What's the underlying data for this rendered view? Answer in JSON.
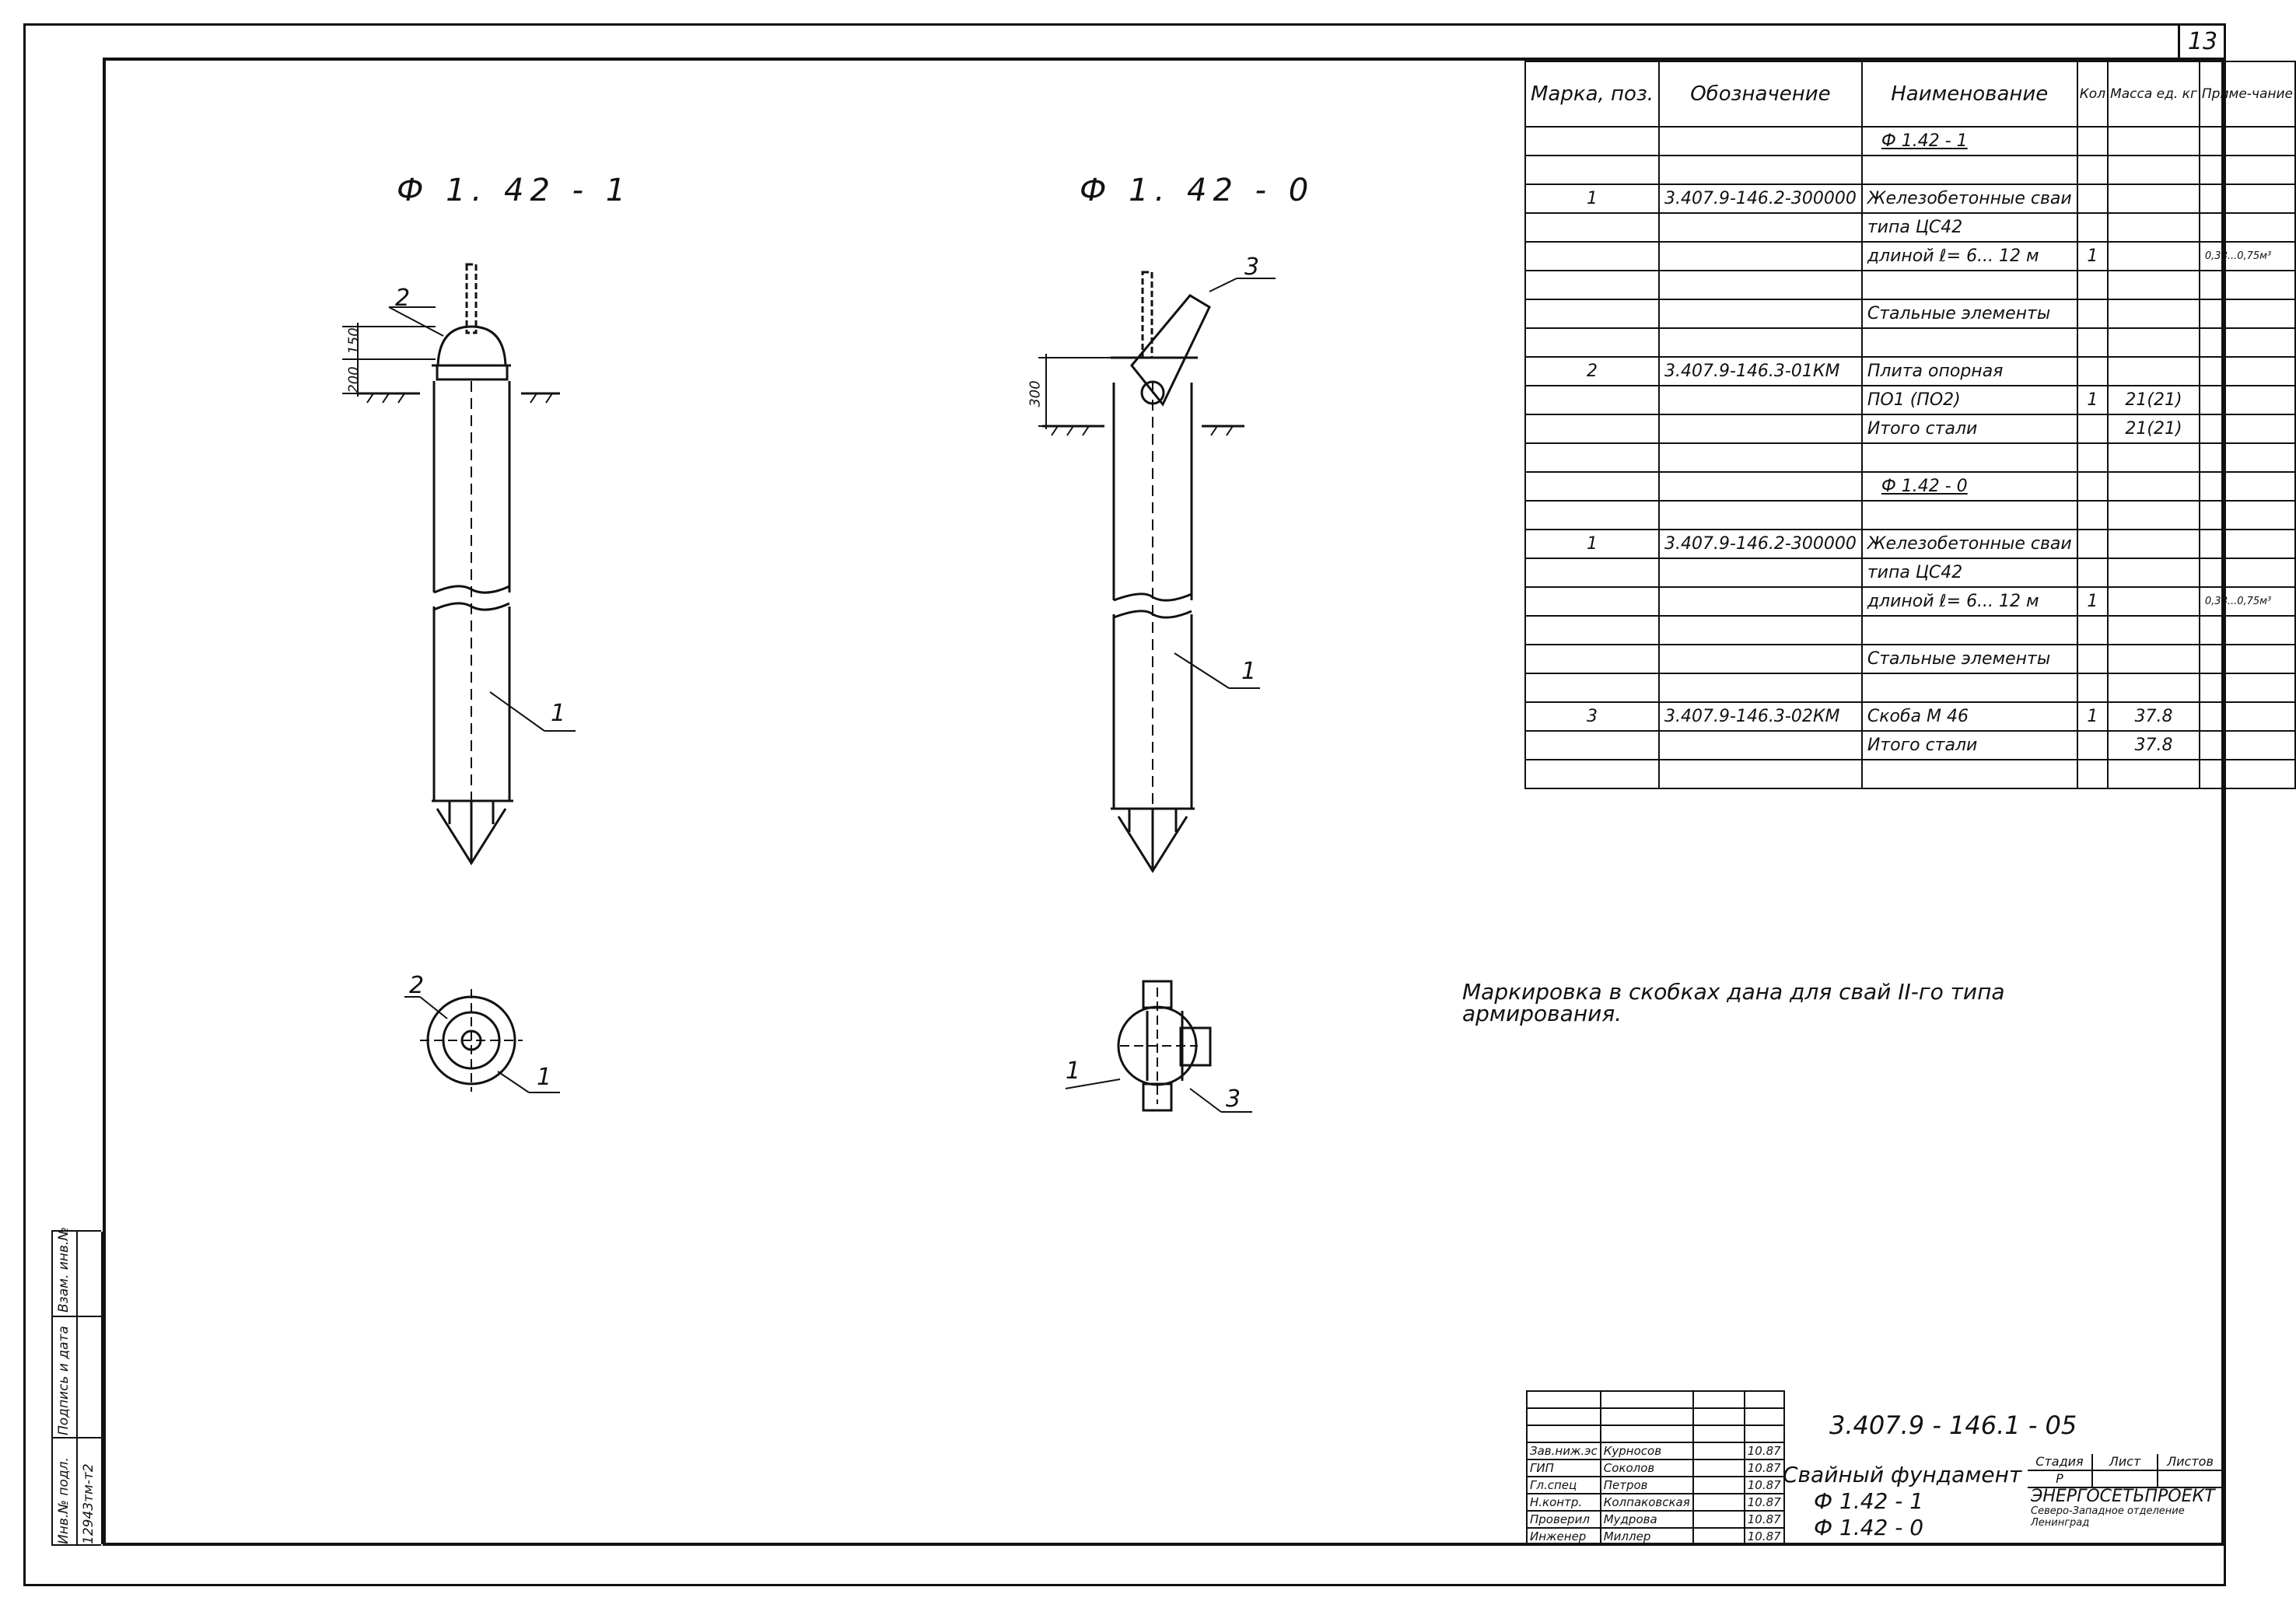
{
  "sheet_number": "13",
  "views": {
    "left_title": "Ф 1. 42 - 1",
    "right_title": "Ф 1. 42 - 0",
    "callouts": {
      "c1": "1",
      "c2": "2",
      "c3": "3"
    },
    "dims": {
      "d150": "150",
      "d200": "200",
      "d300": "300"
    }
  },
  "spec_table": {
    "headers": [
      "Марка, поз.",
      "Обозначение",
      "Наименование",
      "Кол",
      "Масса ед. кг",
      "Приме-чание"
    ],
    "rows": [
      [
        "",
        "",
        "Ф 1.42 - 1",
        "",
        "",
        ""
      ],
      [
        "",
        "",
        "",
        "",
        "",
        ""
      ],
      [
        "1",
        "3.407.9-146.2-300000",
        "Железобетонные сваи",
        "",
        "",
        ""
      ],
      [
        "",
        "",
        "типа ЦС42",
        "",
        "",
        ""
      ],
      [
        "",
        "",
        "длиной ℓ= 6... 12 м",
        "1",
        "",
        "0,38...0,75м³"
      ],
      [
        "",
        "",
        "",
        "",
        "",
        ""
      ],
      [
        "",
        "",
        "Стальные элементы",
        "",
        "",
        ""
      ],
      [
        "",
        "",
        "",
        "",
        "",
        ""
      ],
      [
        "2",
        "3.407.9-146.3-01КМ",
        "Плита опорная",
        "",
        "",
        ""
      ],
      [
        "",
        "",
        "ПО1 (ПО2)",
        "1",
        "21(21)",
        ""
      ],
      [
        "",
        "",
        "Итого стали",
        "",
        "21(21)",
        ""
      ],
      [
        "",
        "",
        "",
        "",
        "",
        ""
      ],
      [
        "",
        "",
        "Ф 1.42 - 0",
        "",
        "",
        ""
      ],
      [
        "",
        "",
        "",
        "",
        "",
        ""
      ],
      [
        "1",
        "3.407.9-146.2-300000",
        "Железобетонные сваи",
        "",
        "",
        ""
      ],
      [
        "",
        "",
        "типа ЦС42",
        "",
        "",
        ""
      ],
      [
        "",
        "",
        "длиной ℓ= 6... 12 м",
        "1",
        "",
        "0,38...0,75м³"
      ],
      [
        "",
        "",
        "",
        "",
        "",
        ""
      ],
      [
        "",
        "",
        "Стальные элементы",
        "",
        "",
        ""
      ],
      [
        "",
        "",
        "",
        "",
        "",
        ""
      ],
      [
        "3",
        "3.407.9-146.3-02КМ",
        "Скоба М 46",
        "1",
        "37.8",
        ""
      ],
      [
        "",
        "",
        "Итого стали",
        "",
        "37.8",
        ""
      ],
      [
        "",
        "",
        "",
        "",
        "",
        ""
      ]
    ]
  },
  "note": "Маркировка в скобках дана для свай II-го типа армирования.",
  "title_block": {
    "code": "3.407.9 - 146.1 - 05",
    "name_line1": "Свайный фундамент",
    "name_line2": "Ф 1.42 - 1",
    "name_line3": "Ф 1.42 - 0",
    "stage_label": "Стадия",
    "sheet_label": "Лист",
    "sheets_label": "Листов",
    "stage_value": "Р",
    "org": "ЭНЕРГОСЕТЬПРОЕКТ",
    "dept": "Северо-Западное отделение Ленинград",
    "signers": [
      [
        "Зав.ниж.эс",
        "Курносов",
        "",
        "10.87"
      ],
      [
        "ГИП",
        "Соколов",
        "",
        "10.87"
      ],
      [
        "Гл.спец",
        "Петров",
        "",
        "10.87"
      ],
      [
        "Н.контр.",
        "Колпаковская",
        "",
        "10.87"
      ],
      [
        "Проверил",
        "Мудрова",
        "",
        "10.87"
      ],
      [
        "Инженер",
        "Миллер",
        "",
        "10.87"
      ]
    ]
  },
  "stamp": {
    "inv_podl": "Инв.№ подл.",
    "inv_value": "12943тм-т2",
    "sign_date": "Подпись и дата",
    "vzam": "Взам. инв.№"
  }
}
